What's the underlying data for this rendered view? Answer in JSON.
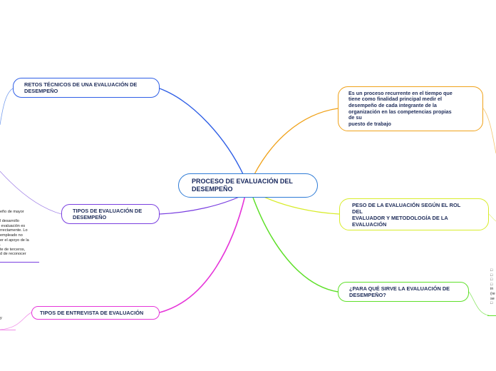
{
  "central": {
    "label": "PROCESO DE EVALUACIÓN DEL\nDESEMPEÑO",
    "color": "#2e7bd6"
  },
  "branches": [
    {
      "id": "retos",
      "label": "RETOS TÉCNICOS DE UNA EVALUACIÓN DE\nDESEMPEÑO",
      "color": "#2f5fe6"
    },
    {
      "id": "tipos",
      "label": "TIPOS DE EVALUACIÓN DE\nDESEMPEÑO",
      "color": "#7a3fe0"
    },
    {
      "id": "entrevista",
      "label": "TIPOS DE ENTREVISTA DE EVALUACIÓN",
      "color": "#e635d9"
    },
    {
      "id": "definicion",
      "label": "Es un proceso recurrente en el tiempo que\ntiene como finalidad principal medir el\ndesempeño de cada integrante de la\norganización en las competencias propias\nde su\npuesto de trabajo",
      "color": "#f0a21a"
    },
    {
      "id": "peso",
      "label": "PESO DE LA EVALUACIÓN SEGÚN EL ROL\nDEL\nEVALUADOR Y METODOLOGÍA DE LA\nEVALUACIÓN",
      "color": "#d8ec2a"
    },
    {
      "id": "para_que",
      "label": "¿PARA QUÉ SIRVE LA EVALUACIÓN DE\nDESEMPEÑO?",
      "color": "#5fe02a"
    }
  ],
  "fragments": {
    "left_text": "eño de mayor\n\nl desarrollo\n evaluación es\nrrectamente. Lo\nempleado no\ner el apoyo de la\n.\nte de terceros,\nd de reconocer",
    "left_small": "y",
    "right_text": "□\n□\n□\n□\nin\n(re\nse\n□"
  }
}
